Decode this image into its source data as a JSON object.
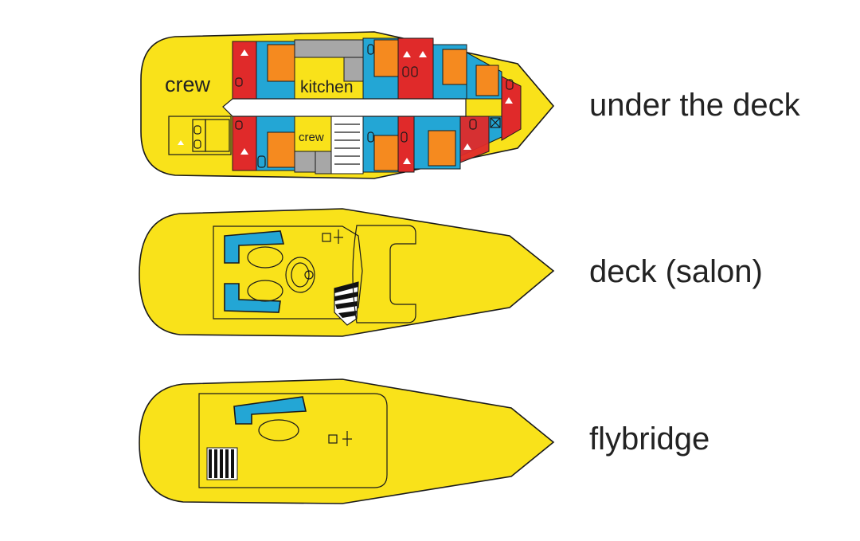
{
  "decks": {
    "under": {
      "label": "under the deck"
    },
    "main": {
      "label": "deck (salon)"
    },
    "fly": {
      "label": "flybridge"
    }
  },
  "rooms": {
    "crew_aft": "crew",
    "kitchen": "kitchen",
    "crew_mid": "crew"
  },
  "colors": {
    "hull": "#f9e21a",
    "cabin_red": "#e02a2a",
    "cabin_blue": "#23a6d5",
    "cabin_orange": "#f58a1f",
    "service_grey": "#a7a7a7",
    "corridor": "#ffffff"
  },
  "icons": [
    "shower-icon",
    "toilet-icon",
    "stairs-icon",
    "helm-icon",
    "bed-icon"
  ]
}
